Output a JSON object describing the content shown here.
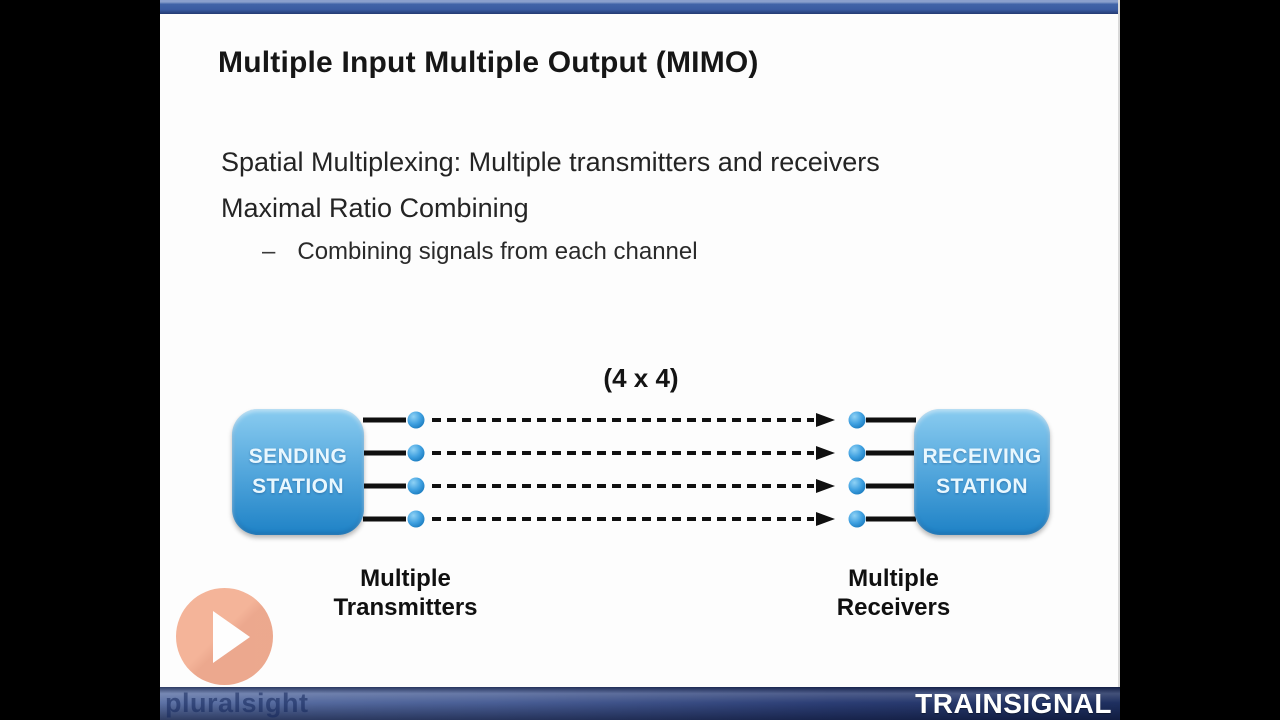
{
  "slide": {
    "title": "Multiple Input Multiple Output (MIMO)",
    "body_line1": "Spatial Multiplexing: Multiple transmitters and receivers",
    "body_line2": "Maximal Ratio Combining",
    "bullet_marker": "–",
    "bullet_text": "Combining signals from each channel"
  },
  "diagram": {
    "config_label": "(4 x 4)",
    "stream_count": 4,
    "sending_box": {
      "line1": "SENDING",
      "line2": "STATION"
    },
    "receiving_box": {
      "line1": "RECEIVING",
      "line2": "STATION"
    },
    "left_caption": {
      "line1": "Multiple",
      "line2": "Transmitters"
    },
    "right_caption": {
      "line1": "Multiple",
      "line2": "Receivers"
    }
  },
  "player": {
    "play_icon": "play-triangle-icon",
    "watermark": "pluralsight"
  },
  "footer": {
    "brand": "TRAINSIGNAL"
  },
  "colors": {
    "box_blue_top": "#8accf0",
    "box_blue_bottom": "#1e82c6",
    "antenna_dot_blue": "#3fa0e0",
    "stream_line_black": "#101010",
    "top_bar_blue": "#3a5ca2",
    "footer_navy": "#1e2f5f",
    "play_salmon": "#eca68b"
  }
}
